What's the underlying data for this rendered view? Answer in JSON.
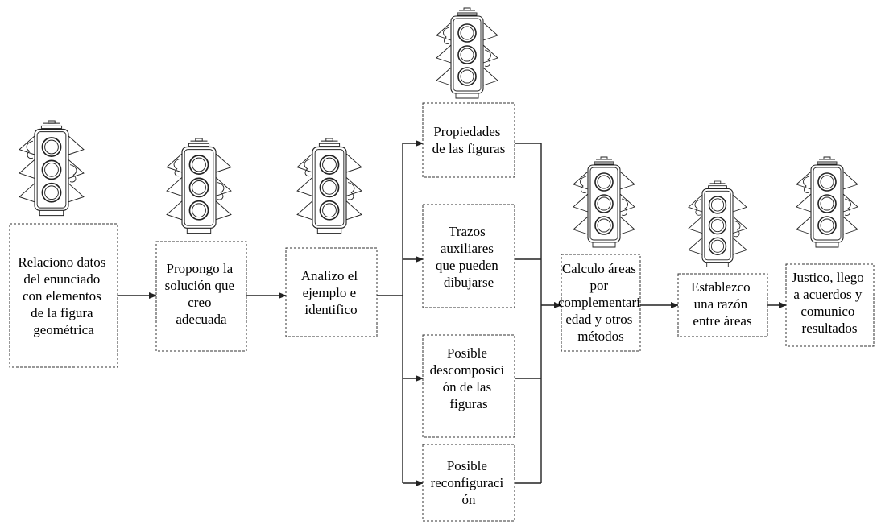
{
  "nodes": [
    {
      "id": "relaciono",
      "lines": [
        "Relaciono datos",
        "del enunciado",
        "con elementos",
        "de la figura",
        "geométrica"
      ]
    },
    {
      "id": "propongo",
      "lines": [
        "Propongo la",
        "solución que",
        "creo",
        "adecuada"
      ]
    },
    {
      "id": "analizo",
      "lines": [
        "Analizo el",
        "ejemplo e",
        "identifico"
      ]
    },
    {
      "id": "propiedades",
      "lines": [
        "Propiedades",
        "de las figuras"
      ]
    },
    {
      "id": "trazos",
      "lines": [
        "Trazos",
        "auxiliares",
        "que pueden",
        "dibujarse"
      ]
    },
    {
      "id": "descomposicion",
      "lines": [
        "Posible",
        "descomposici",
        "ón de las",
        "figuras"
      ]
    },
    {
      "id": "reconfiguracion",
      "lines": [
        "Posible",
        "reconfiguraci",
        "ón"
      ]
    },
    {
      "id": "calculo",
      "lines": [
        "Calculo áreas",
        "por",
        "complementari",
        "edad y otros",
        "métodos"
      ]
    },
    {
      "id": "establezco",
      "lines": [
        "Establezco",
        "una razón",
        "entre áreas"
      ]
    },
    {
      "id": "justifico",
      "lines": [
        "Justico, llego",
        "a acuerdos y",
        "comunico",
        "resultados"
      ]
    }
  ],
  "edges": [
    {
      "from": "relaciono",
      "to": "propongo"
    },
    {
      "from": "propongo",
      "to": "analizo"
    },
    {
      "from": "analizo",
      "to": "propiedades"
    },
    {
      "from": "analizo",
      "to": "trazos"
    },
    {
      "from": "analizo",
      "to": "descomposicion"
    },
    {
      "from": "analizo",
      "to": "reconfiguracion"
    },
    {
      "from": "propiedades",
      "to": "calculo"
    },
    {
      "from": "trazos",
      "to": "calculo"
    },
    {
      "from": "descomposicion",
      "to": "calculo"
    },
    {
      "from": "reconfiguracion",
      "to": "calculo"
    },
    {
      "from": "calculo",
      "to": "establezco"
    },
    {
      "from": "establezco",
      "to": "justifico"
    }
  ],
  "icon": "traffic-light-icon"
}
